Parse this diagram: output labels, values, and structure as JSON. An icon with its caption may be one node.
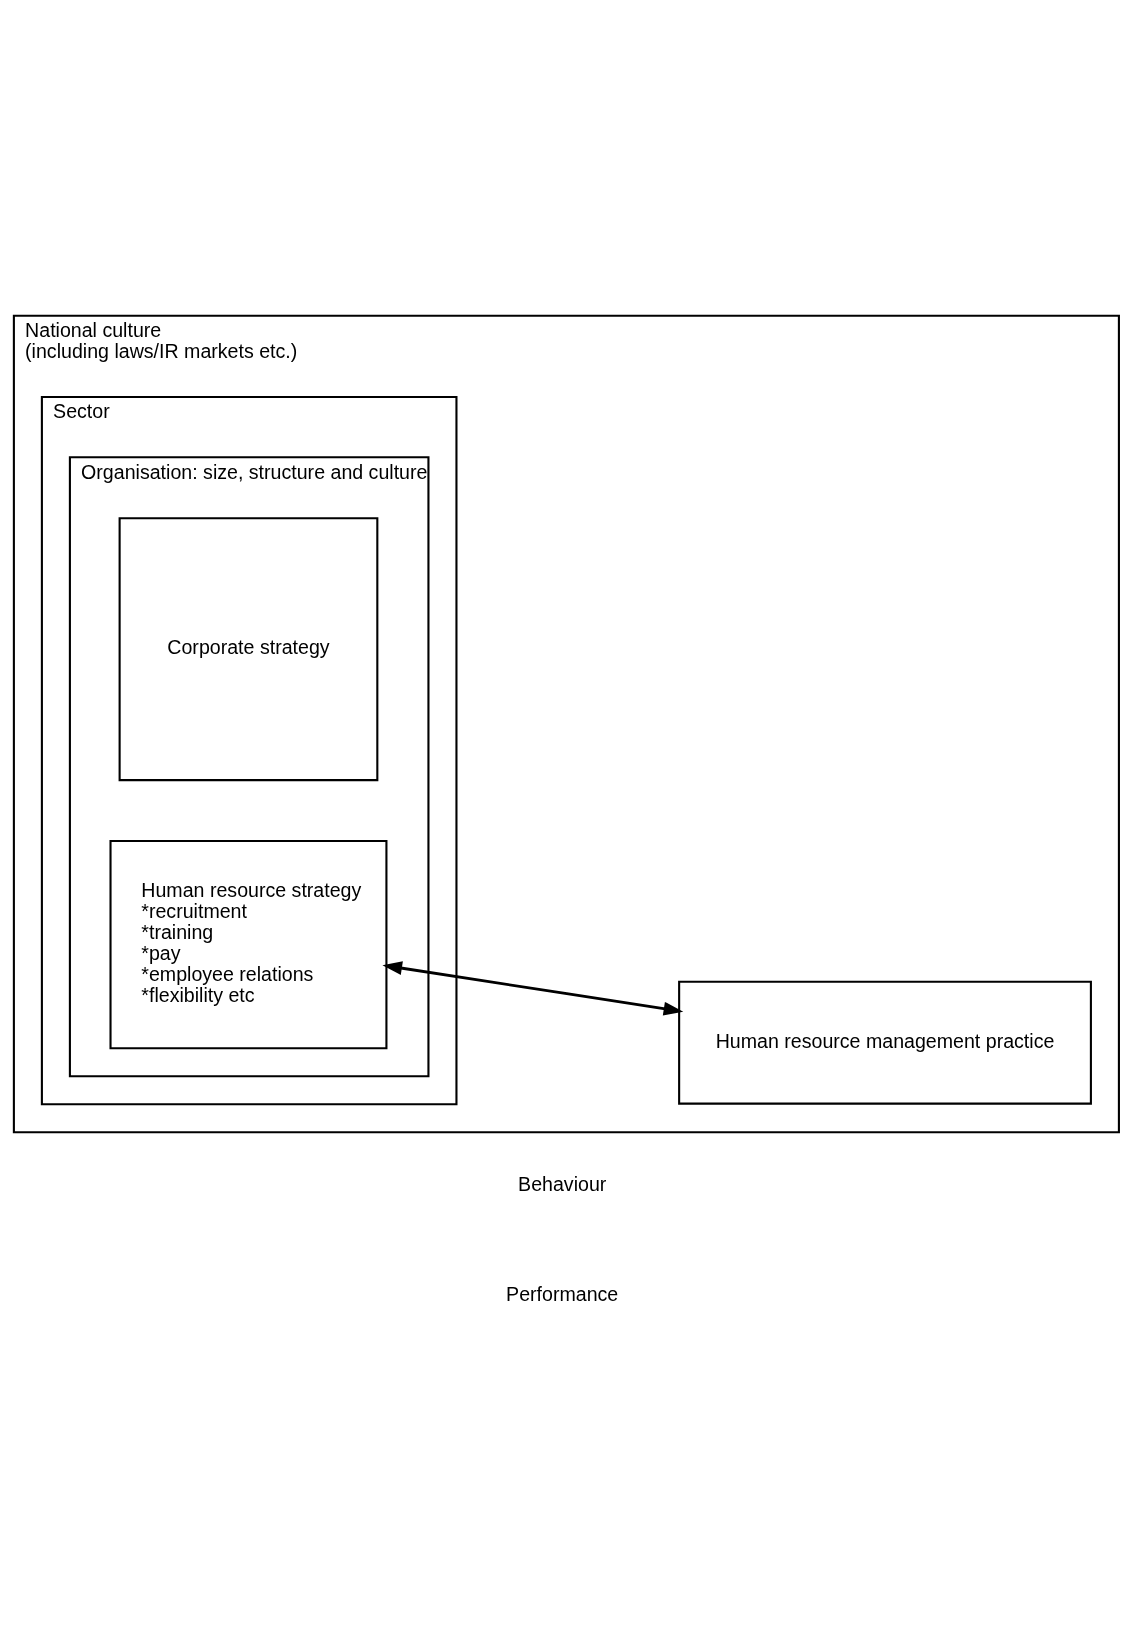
{
  "diagram": {
    "nodes": [
      {
        "text": [
          "National culture",
          "(including laws/IR markets etc.)"
        ]
      },
      {
        "text": [
          "Sector"
        ],
        "in": 0
      },
      {
        "text": [
          "Organisation: size, structure and culture"
        ],
        "in": 1
      },
      {
        "text": [
          "Corporate strategy"
        ],
        "in": 2
      },
      {
        "text": [
          "Human resource strategy",
          "*recruitment",
          "*training",
          "*pay",
          "*employee relations",
          "*flexibility etc"
        ],
        "in": 2
      },
      {
        "text": [
          "Human resource management practice"
        ],
        "in": 0
      }
    ],
    "edges": [
      {
        "from": 4,
        "to": 5,
        "arrow": "both"
      }
    ],
    "labels": [
      "Behaviour",
      "Performance"
    ]
  }
}
